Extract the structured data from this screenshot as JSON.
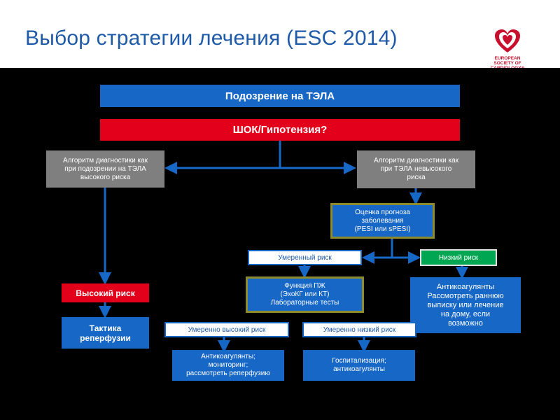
{
  "header": {
    "title": "Выбор стратегии лечения (ESC 2014)",
    "logo_text": "EUROPEAN\nSOCIETY OF\nCARDIOLOGY®"
  },
  "flowchart": {
    "suspicion": "Подозрение на ТЭЛА",
    "shock": "ШОК/Гипотензия?",
    "algo_high": "Алгоритм диагностики как\nпри подозрении на ТЭЛА\nвысокого риска",
    "algo_low": "Алгоритм диагностики как\nпри ТЭЛА невысокого\nриска",
    "prognosis": "Оценка прогноза\nзаболевания\n(PESI или sPESI)",
    "moderate_risk": "Умеренный риск",
    "low_risk": "Низкий риск",
    "rv_function": "Функция ПЖ\n(ЭхоКГ или КТ)\nЛабораторные тесты",
    "low_risk_treatment": "Антикоагулянты\nРассмотреть раннюю\nвыписку или лечение\nна дому, если\nвозможно",
    "high_risk": "Высокий риск",
    "reperfusion": "Тактика\nреперфузии",
    "mod_high": "Умеренно высокий риск",
    "mod_low": "Умеренно низкий риск",
    "mod_high_treatment": "Антикоагулянты;\nмониторинг;\nрассмотреть реперфузию",
    "mod_low_treatment": "Госпитализация;\nантикоагулянты"
  },
  "colors": {
    "title": "#1e5aa8",
    "blue": "#1767c7",
    "red": "#e3001b",
    "grey": "#7f7f7f",
    "green": "#00a651",
    "olive_border": "#8f8a2a",
    "background": "#000000"
  }
}
